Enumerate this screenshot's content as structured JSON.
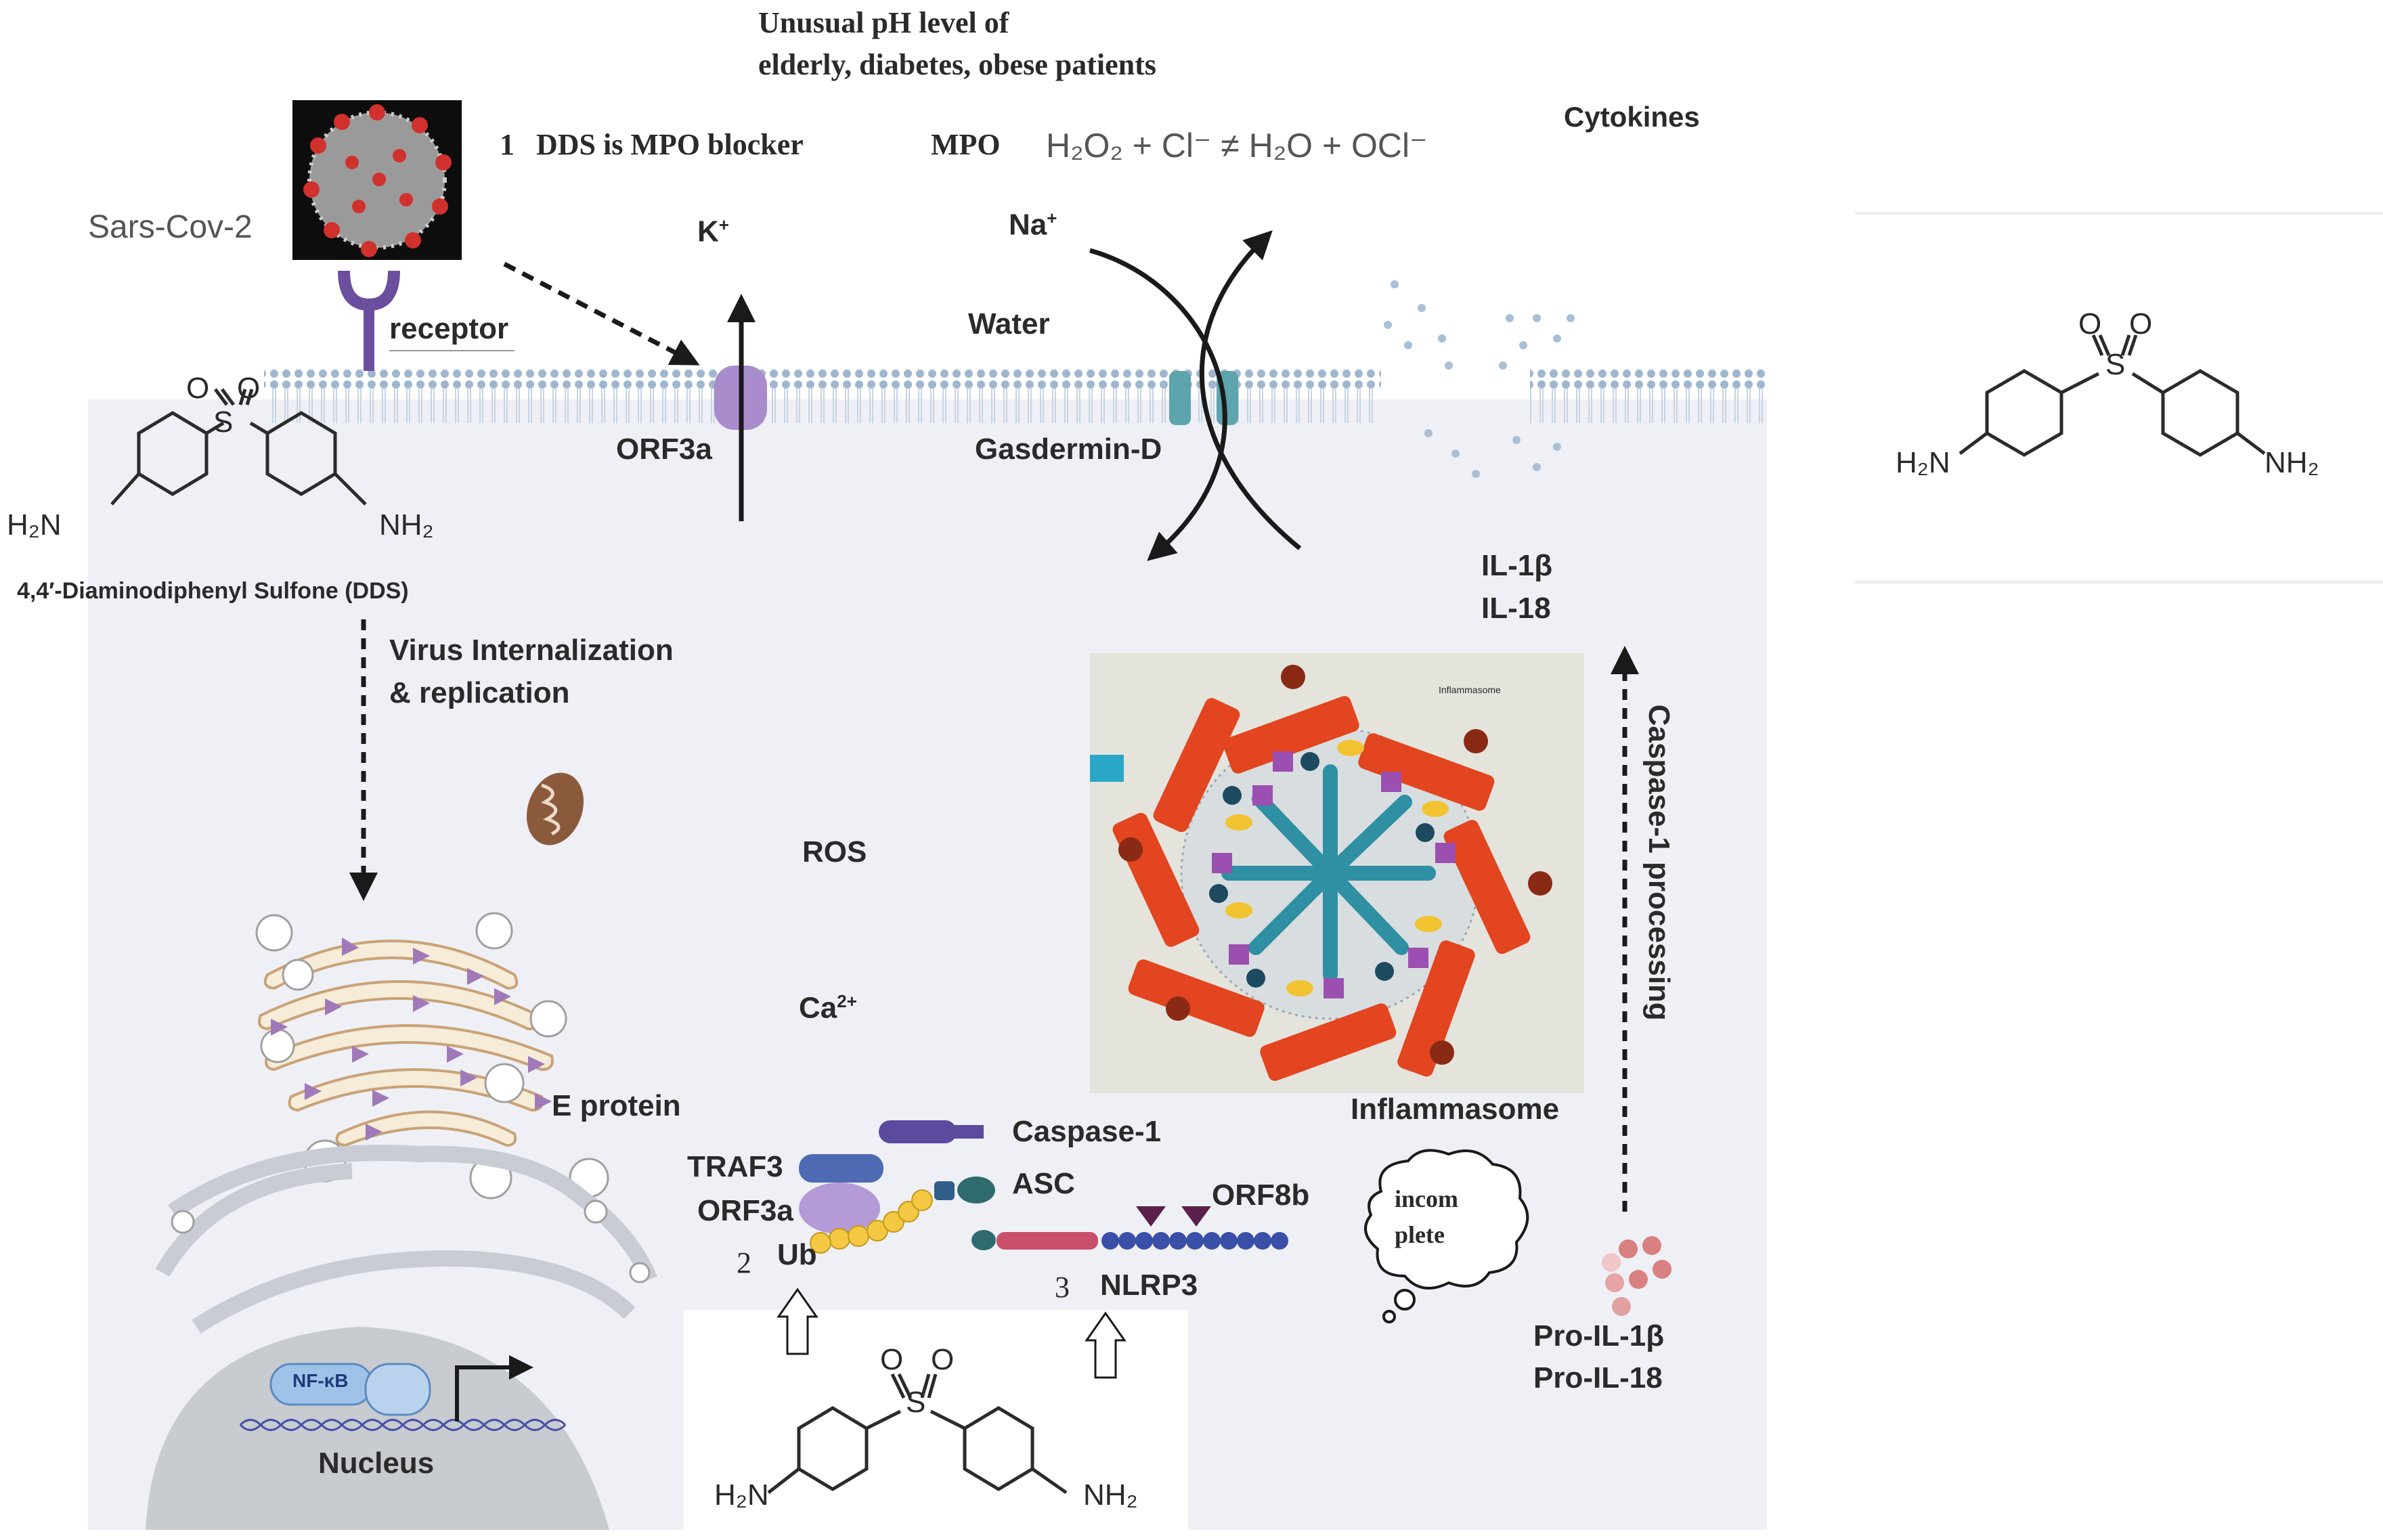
{
  "header": {
    "ph_line1": "Unusual pH level of",
    "ph_line2": "elderly, diabetes, obese patients",
    "step1_num": "1",
    "step1_text": "DDS is MPO blocker",
    "mpo": "MPO",
    "reaction": "H₂O₂ + Cl⁻ ≠ H₂O + OCl⁻",
    "cytokines": "Cytokines"
  },
  "virus": {
    "name": "Sars-Cov-2",
    "receptor": "receptor",
    "internalization": "Virus Internalization",
    "replication": "& replication"
  },
  "ions": {
    "k": "K",
    "k_charge": "+",
    "na": "Na",
    "na_charge": "+",
    "water": "Water",
    "ros": "ROS",
    "ca": "Ca",
    "ca_charge": "2+"
  },
  "membrane": {
    "orf3a": "ORF3a",
    "gasdermin": "Gasdermin-D"
  },
  "dds": {
    "full_name": "4,4′-Diaminodiphenyl Sulfone (DDS)",
    "sulfur": "S",
    "oxygen": "O",
    "amine_left": "H₂N",
    "amine_right": "NH₂"
  },
  "cell": {
    "e_protein": "E protein",
    "nfkb": "NF-κB",
    "nucleus": "Nucleus"
  },
  "complex": {
    "traf3": "TRAF3",
    "orf3a": "ORF3a",
    "step2_num": "2",
    "ub": "Ub",
    "caspase1": "Caspase-1",
    "asc": "ASC",
    "orf8b": "ORF8b",
    "step3_num": "3",
    "nlrp3": "NLRP3"
  },
  "inflammasome": {
    "label": "Inflammasome",
    "inset_title": "Inflammasome",
    "thought_line1": "incom",
    "thought_line2": "plete"
  },
  "processing": {
    "il1b": "IL-1β",
    "il18": "IL-18",
    "caspase_processing": "Caspase-1 processing",
    "pro_il1b": "Pro-IL-1β",
    "pro_il18": "Pro-IL-18"
  },
  "colors": {
    "cell_bg": "#eef0f5",
    "membrane_blue": "#a9bfd6",
    "orf3a_purple": "#a98ccc",
    "gasdermin_teal": "#5da4ad",
    "golgi_purple": "#a07ab8",
    "inflammasome_red": "#e2451f",
    "inflammasome_teal": "#2f8fa3"
  }
}
